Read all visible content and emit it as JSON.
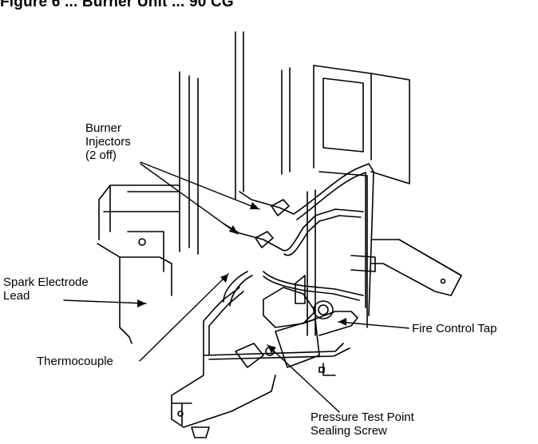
{
  "figure": {
    "header_fragment": "Figure 6 ... Burner Unit ... 90 CG"
  },
  "labels": {
    "burner_injectors": [
      "Burner",
      "Injectors",
      "(2 off)"
    ],
    "spark_electrode": [
      "Spark Electrode",
      "Lead"
    ],
    "thermocouple": "Thermocouple",
    "fire_control_tap": "Fire Control Tap",
    "pressure_test_point": [
      "Pressure Test Point",
      "Sealing Screw"
    ]
  },
  "colors": {
    "line": "#000000",
    "background": "#ffffff"
  }
}
